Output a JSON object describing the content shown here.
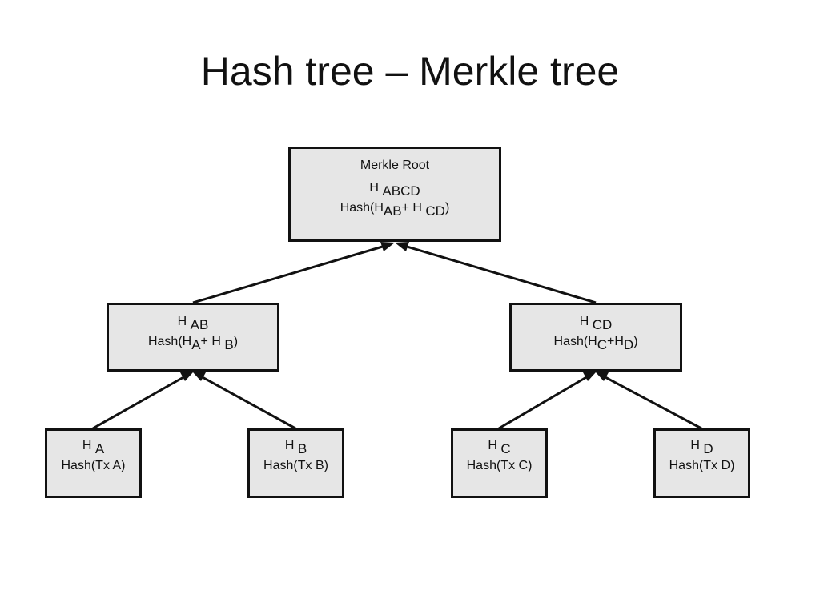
{
  "title": "Hash tree – Merkle tree",
  "root": {
    "label": "Merkle Root",
    "key_base": "H",
    "key_sub": "ABCD",
    "formula_prefix": "Hash(H",
    "formula_sub1": "AB",
    "formula_mid": "+ H",
    "formula_sub2": "CD",
    "formula_suffix": ")"
  },
  "level1": [
    {
      "key_base": "H",
      "key_sub": "AB",
      "formula_prefix": "Hash(H",
      "formula_sub1": "A",
      "formula_mid": "+ H",
      "formula_sub2": "B",
      "formula_suffix": ")"
    },
    {
      "key_base": "H",
      "key_sub": "CD",
      "formula_prefix": "Hash(H",
      "formula_sub1": "C",
      "formula_mid": "+H",
      "formula_sub2": "D",
      "formula_suffix": ")"
    }
  ],
  "leaves": [
    {
      "key_base": "H",
      "key_sub": "A",
      "formula": "Hash(Tx A)"
    },
    {
      "key_base": "H",
      "key_sub": "B",
      "formula": "Hash(Tx B)"
    },
    {
      "key_base": "H",
      "key_sub": "C",
      "formula": "Hash(Tx C)"
    },
    {
      "key_base": "H",
      "key_sub": "D",
      "formula": "Hash(Tx D)"
    }
  ],
  "colors": {
    "node_fill": "#e6e6e6",
    "node_border": "#111111",
    "text": "#111111",
    "background": "#ffffff"
  }
}
